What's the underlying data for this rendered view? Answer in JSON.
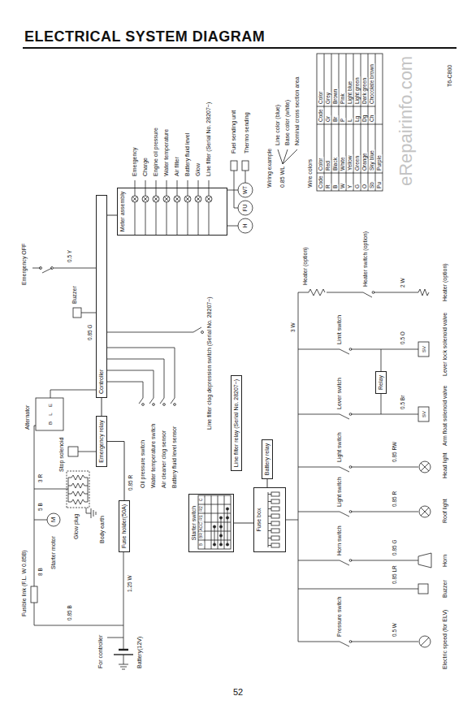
{
  "diagram": {
    "title": "ELECTRICAL SYSTEM DIAGRAM",
    "nodes": [
      {
        "text": [
          "Controller"
        ]
      },
      {
        "text": [
          "Meter assembly"
        ]
      },
      {
        "text": [
          "Starter switch"
        ]
      },
      {
        "text": [
          "Fuse box"
        ]
      },
      {
        "text": [
          "Fuse holder(50A)"
        ]
      },
      {
        "text": [
          "Emergency relay"
        ]
      },
      {
        "text": [
          "Battery relay"
        ]
      },
      {
        "text": [
          "Line filter relay (Serial No. 28207~)"
        ]
      },
      {
        "text": [
          "Relay"
        ]
      }
    ],
    "edges": [
      {
        "from": 4,
        "to": 5,
        "arrow": "none"
      },
      {
        "from": 5,
        "to": 0,
        "arrow": "none"
      },
      {
        "from": 0,
        "to": 1,
        "arrow": "none"
      },
      {
        "from": 2,
        "to": 3,
        "arrow": "none"
      },
      {
        "from": 3,
        "to": 6,
        "arrow": "none"
      }
    ],
    "labels": [
      "For controller",
      "Battery(12V)",
      "Fusible link (F.L. W 0.85B)",
      "Starter motor",
      "M",
      "Glow plug",
      "Body earth",
      "Stop solenoid",
      "Alternator",
      "B",
      "L",
      "E",
      "Emergency OFF",
      "Buzzer",
      "Oil pressure switch",
      "Water temperature switch",
      "Air cleaner clog sensor",
      "Battery fluid level sensor",
      "Line filter clog depression switch (Serial No. 28207~)",
      "Emergency",
      "Charge",
      "Engine oil pressure",
      "Water temperature",
      "Air filter",
      "Battery fluid level",
      "Glow",
      "Line filter (Serial No. 28207~)",
      "H",
      "FU",
      "WT",
      "Fuel sending unit",
      "Thermo sending",
      "Wiring example",
      "0.85 WL",
      "Line color (blue)",
      "Base color (white)",
      "Nominal cross section area",
      "Wire colors",
      "Code",
      "Color",
      "Code",
      "Color",
      "R",
      "Red",
      "Gr",
      "Grey",
      "B",
      "Black",
      "Br",
      "Brown",
      "W",
      "White",
      "P",
      "Pink",
      "Y",
      "Yellow",
      "L",
      "Light blue",
      "G",
      "Green",
      "Lg",
      "Light green",
      "O",
      "Orange",
      "Dg",
      "Dark green",
      "Sb",
      "Sky blue",
      "Ch",
      "Chocolate brown",
      "Pu",
      "Purple",
      "T6-C800",
      "Pressure switch",
      "Horn switch",
      "Light switch",
      "Light switch",
      "Lever switch",
      "Limit switch",
      "Heater switch (option)",
      "Heater (option)",
      "SV",
      "SV",
      "Electric speed (for ELV)",
      "Buzzer",
      "Horn",
      "Roof light",
      "Head light",
      "Arm float solenoid valve",
      "Lever lock solenoid valve",
      "Heater (option)",
      "0.85 B",
      "8 B",
      "5 B",
      "3 R",
      "1.25 W",
      "0.85 R",
      "0.85 G",
      "0.5 Y",
      "0.5 W",
      "0.85 LR",
      "0.85 G",
      "0.85 R",
      "0.85 RW",
      "0.5 Br",
      "0.5 O",
      "2 W",
      "3 W",
      "eRepairinfo.com",
      "52",
      "B",
      "BR",
      "ACC",
      "R1",
      "R2",
      "C"
    ]
  }
}
